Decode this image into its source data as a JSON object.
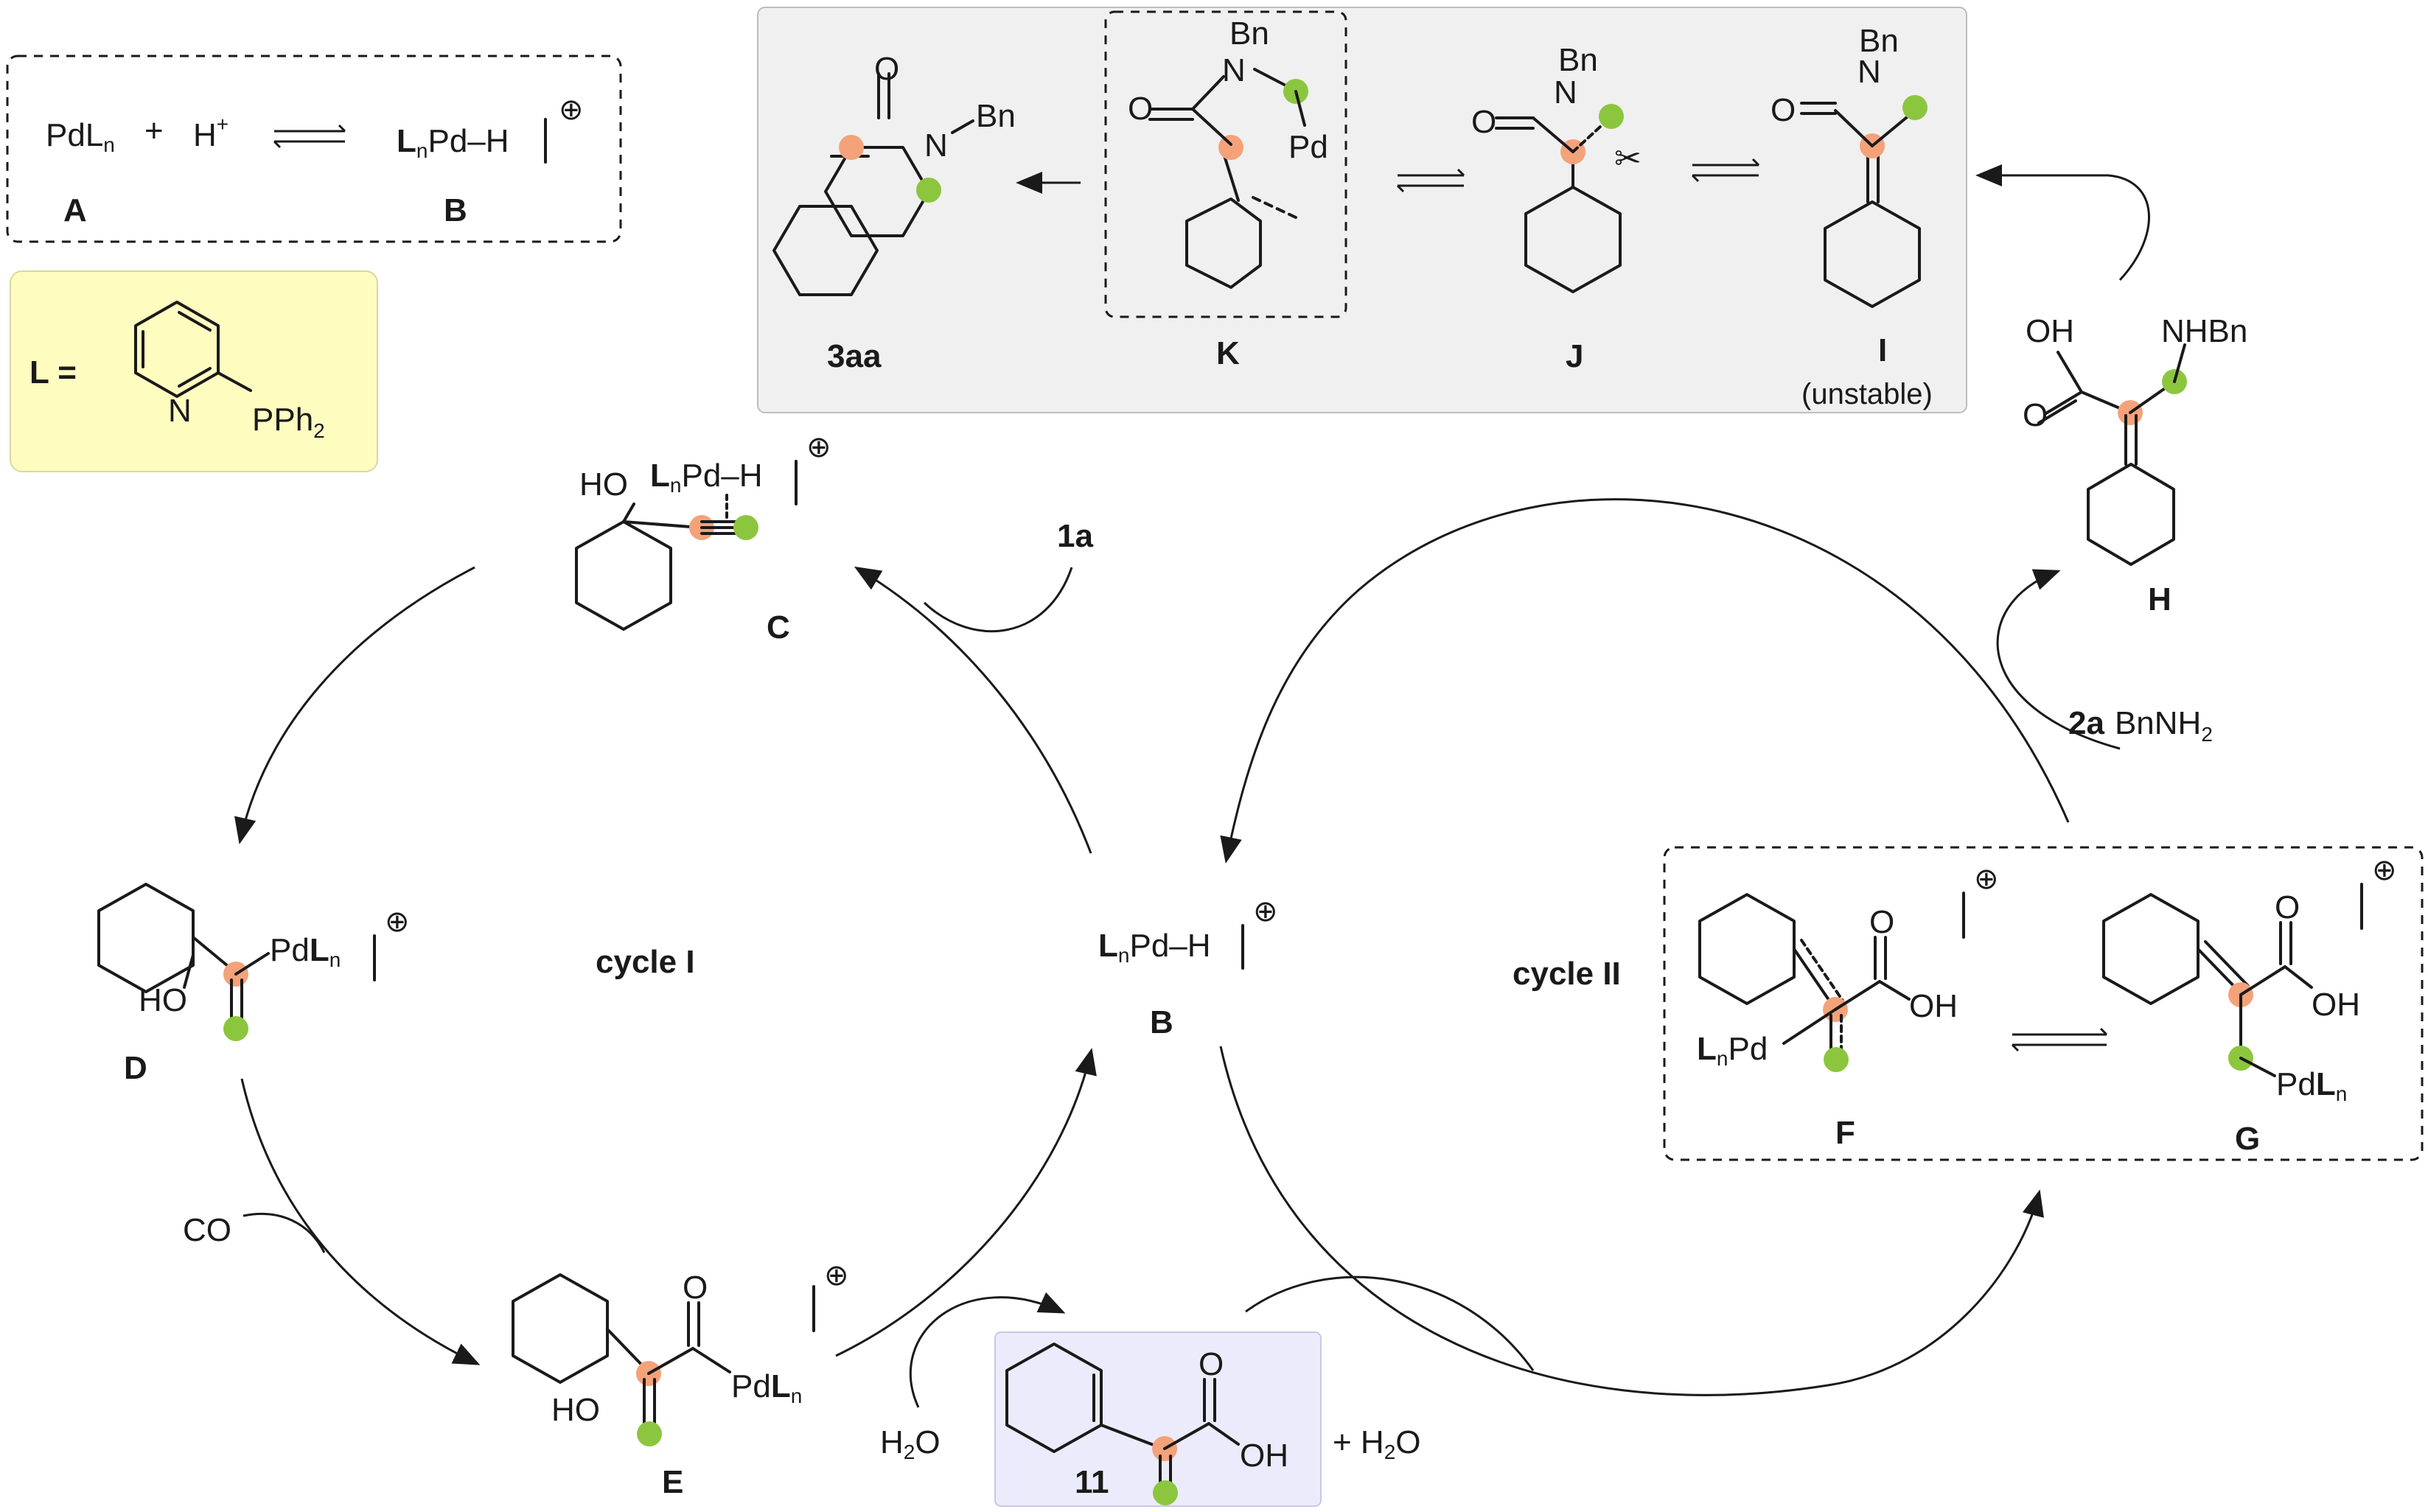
{
  "colors": {
    "orange_marker": "#f4a27a",
    "green_marker": "#8cc63f",
    "blue_text": "#2f3fd6",
    "ligand_box_fill": "#fffcc0",
    "top_panel_fill": "#f0f0f0",
    "product_box_fill": "#ebebfb"
  },
  "equilibrium_box": {
    "left_species": "PdL",
    "left_sub": "n",
    "plus": "+",
    "proton": "H",
    "proton_sup": "+",
    "right_L": "L",
    "right_sub": "n",
    "right_rest": "Pd–H",
    "charge": "⊕",
    "label_A": "A",
    "label_B": "B"
  },
  "ligand_box": {
    "L_label": "L =",
    "N_atom": "N",
    "substituent": "PPh",
    "substituent_sub": "2"
  },
  "top_panel": {
    "compound_3aa": {
      "label": "3aa",
      "O": "O",
      "N": "N",
      "Bn": "Bn"
    },
    "compound_K": {
      "label": "K",
      "O": "O",
      "N": "N",
      "Bn": "Bn",
      "Pd": "Pd"
    },
    "compound_J": {
      "label": "J",
      "O": "O",
      "N": "N",
      "Bn": "Bn"
    },
    "compound_I": {
      "label": "I",
      "note": "(unstable)",
      "O": "O",
      "N": "N",
      "Bn": "Bn"
    }
  },
  "compound_H": {
    "label": "H",
    "OH": "OH",
    "O": "O",
    "NHBn": "NHBn"
  },
  "reagent_2a": {
    "bold": "2a",
    "text": "BnNH",
    "sub": "2"
  },
  "compound_C": {
    "label": "C",
    "HO": "HO",
    "L": "L",
    "sub": "n",
    "rest": "Pd–H",
    "charge": "⊕"
  },
  "reagent_1a": "1a",
  "compound_D": {
    "label": "D",
    "HO": "HO",
    "Pd": "Pd",
    "L": "L",
    "sub": "n",
    "charge": "⊕"
  },
  "cycle_I": "cycle I",
  "center_B": {
    "label": "B",
    "L": "L",
    "sub": "n",
    "rest": "Pd–H",
    "charge": "⊕"
  },
  "reagent_CO": "CO",
  "compound_E": {
    "label": "E",
    "HO": "HO",
    "O": "O",
    "Pd": "Pd",
    "L": "L",
    "sub": "n",
    "charge": "⊕"
  },
  "water_left": {
    "H": "H",
    "sub": "2",
    "O": "O"
  },
  "compound_11": {
    "label": "11",
    "O": "O",
    "OH": "OH"
  },
  "water_right": {
    "plus": "+ H",
    "sub": "2",
    "O": "O"
  },
  "cycle_II": "cycle II",
  "compound_F": {
    "label": "F",
    "O": "O",
    "OH": "OH",
    "L": "L",
    "sub": "n",
    "rest": "Pd",
    "charge": "⊕"
  },
  "compound_G": {
    "label": "G",
    "O": "O",
    "OH": "OH",
    "Pd": "Pd",
    "L": "L",
    "sub": "n",
    "charge": "⊕"
  }
}
